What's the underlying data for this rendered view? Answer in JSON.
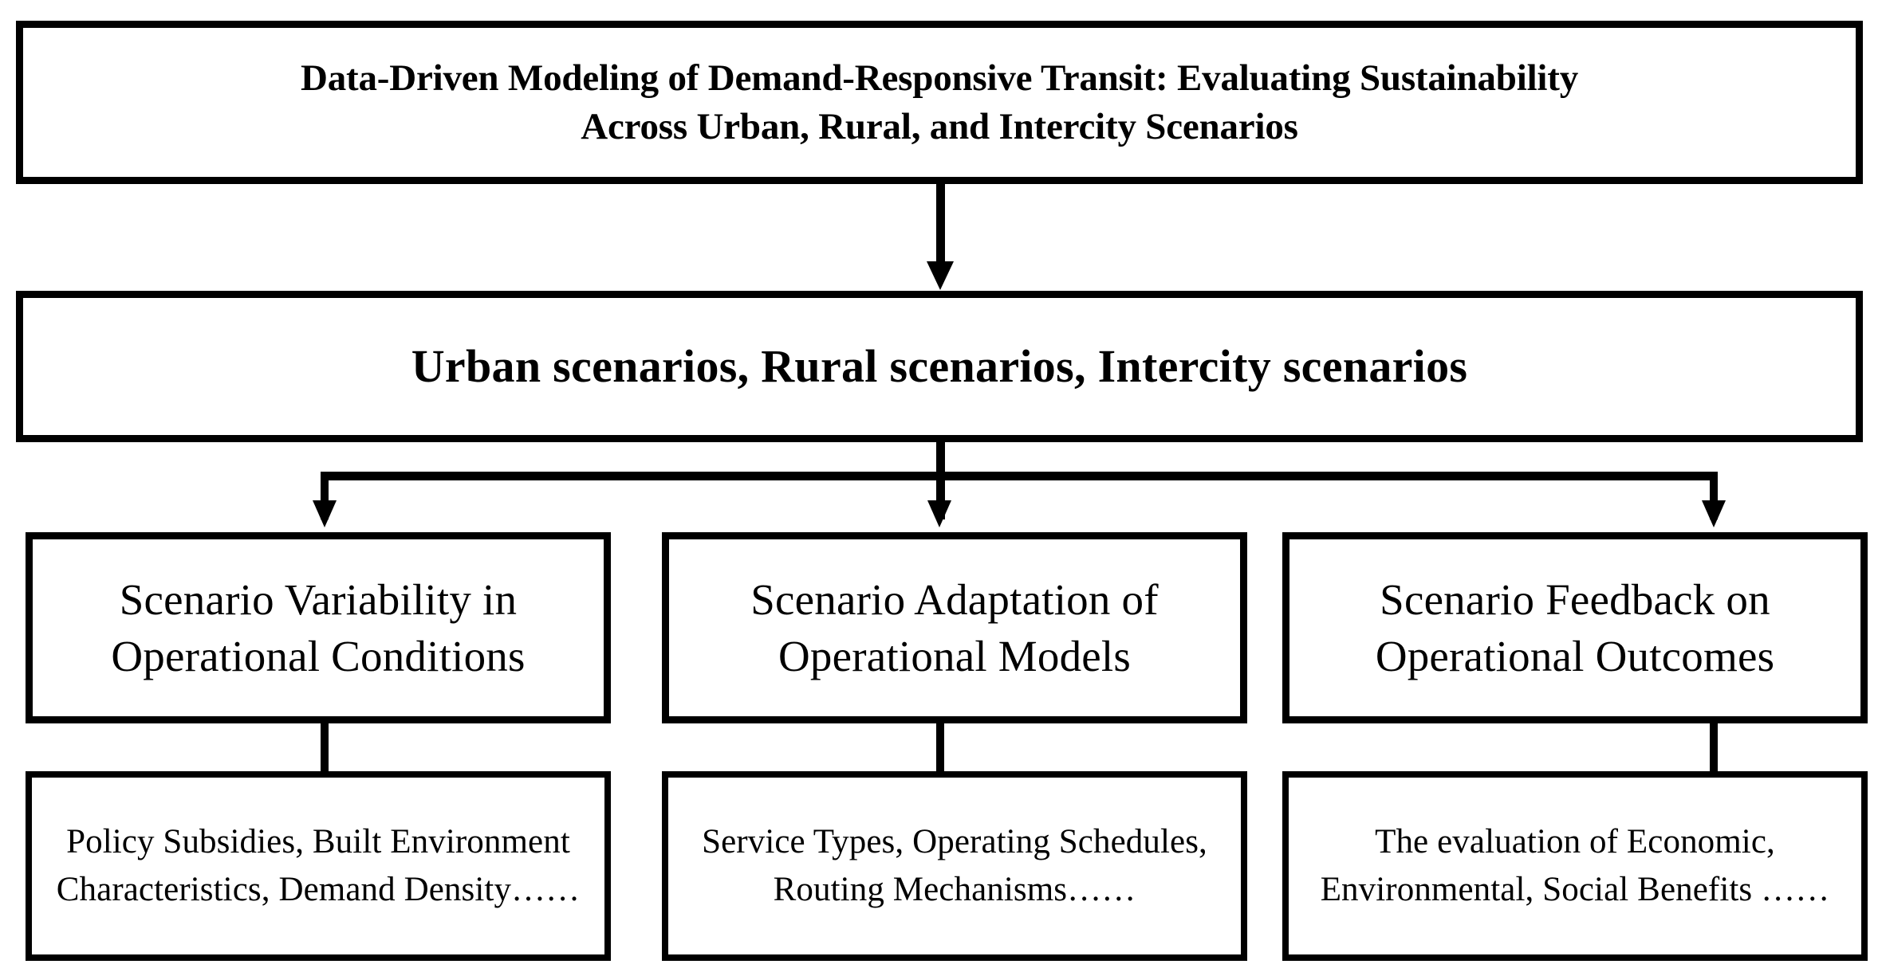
{
  "diagram": {
    "title_node": {
      "text": "Data-Driven Modeling of Demand-Responsive Transit: Evaluating Sustainability\nAcross Urban, Rural, and Intercity Scenarios"
    },
    "scenarios_node": {
      "text": "Urban scenarios, Rural scenarios, Intercity scenarios"
    },
    "branches": [
      {
        "heading": "Scenario Variability in\nOperational Conditions",
        "detail": "Policy Subsidies, Built Environment\nCharacteristics, Demand Density……"
      },
      {
        "heading": "Scenario Adaptation of\nOperational Models",
        "detail": "Service Types, Operating Schedules,\nRouting Mechanisms……"
      },
      {
        "heading": "Scenario Feedback on\nOperational Outcomes",
        "detail": "The evaluation of Economic,\nEnvironmental, Social Benefits ……"
      }
    ],
    "colors": {
      "stroke": "#000000",
      "fill": "#ffffff",
      "text": "#000000"
    }
  }
}
